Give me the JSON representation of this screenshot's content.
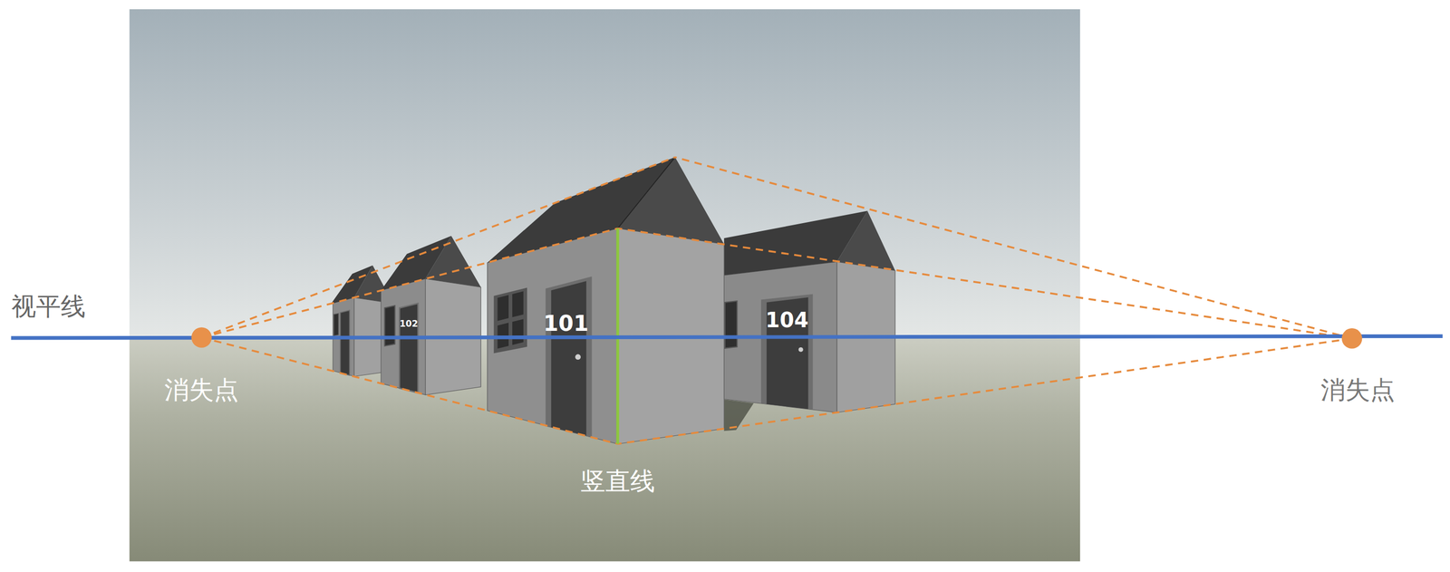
{
  "diagram": {
    "labels": [
      "视平线",
      "消失点",
      "消失点",
      "竖直线",
      "101",
      "102",
      "104"
    ]
  }
}
